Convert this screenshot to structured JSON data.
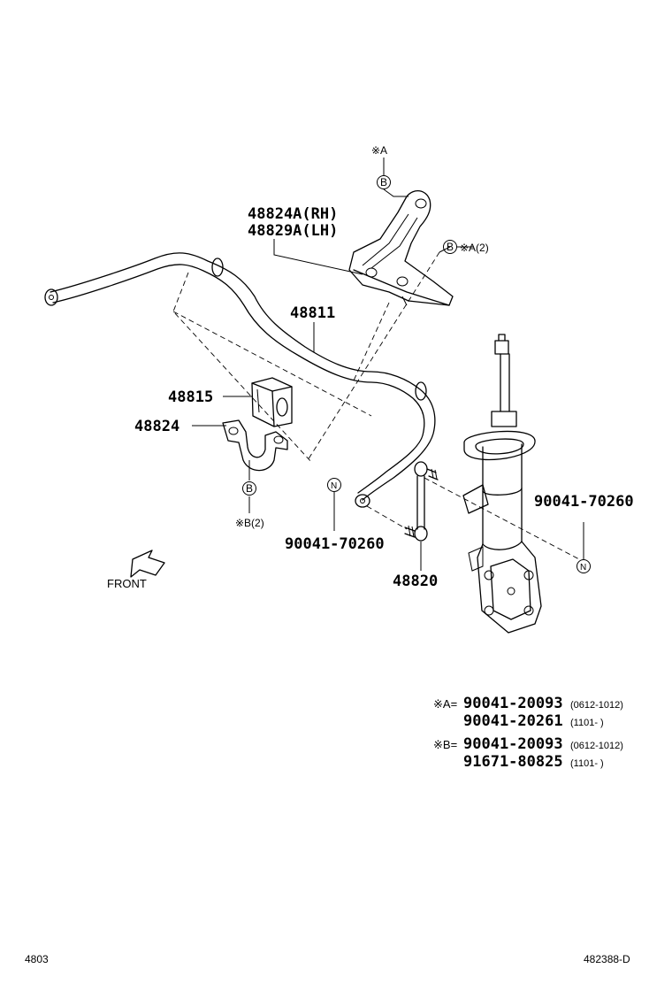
{
  "labels": {
    "bracket_rh": "48824A(RH)",
    "bracket_lh": "48829A(LH)",
    "stabilizer_bar": "48811",
    "bushing": "48815",
    "bushing_bracket": "48824",
    "link": "48820",
    "nut_left": "90041-70260",
    "nut_right": "90041-70260",
    "front": "FRONT"
  },
  "callouts": {
    "mark_a_top": "※A",
    "b_top": "B",
    "b_right": "B",
    "mark_a2": "※A(2)",
    "b_bottom": "B",
    "mark_b2": "※B(2)",
    "n_left": "N",
    "n_right": "N"
  },
  "notes": {
    "a_prefix": "※A=",
    "a1_part": "90041-20093",
    "a1_range": "(0612-1012)",
    "a2_part": "90041-20261",
    "a2_range": "(1101-      )",
    "b_prefix": "※B=",
    "b1_part": "90041-20093",
    "b1_range": "(0612-1012)",
    "b2_part": "91671-80825",
    "b2_range": "(1101-      )"
  },
  "footer": {
    "left": "4803",
    "right": "482388-D"
  }
}
